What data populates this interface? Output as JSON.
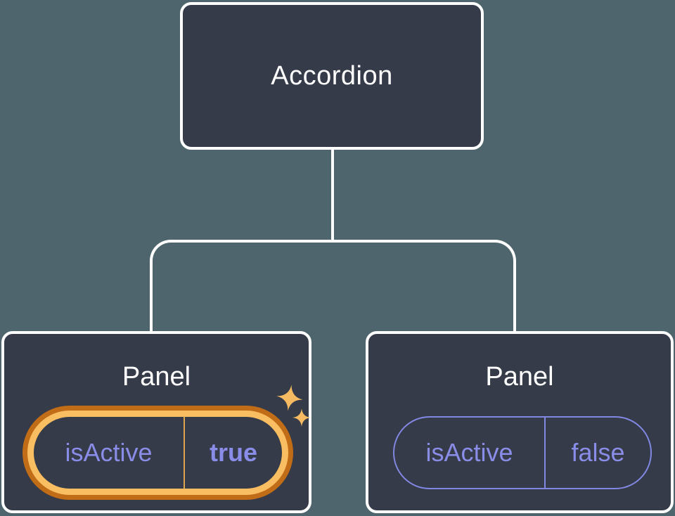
{
  "diagram": {
    "type": "component-tree",
    "root": {
      "label": "Accordion"
    },
    "children": [
      {
        "label": "Panel",
        "state": {
          "key": "isActive",
          "value": "true",
          "highlighted": true
        }
      },
      {
        "label": "Panel",
        "state": {
          "key": "isActive",
          "value": "false",
          "highlighted": false
        }
      }
    ]
  },
  "icons": {
    "sparkles": "two four-pointed sparkle stars marking updated state"
  },
  "colors": {
    "background": "#4f656d",
    "node_fill": "#353b48",
    "node_border": "#ffffff",
    "label_text": "#ffffff",
    "state_text": "#8a8de8",
    "state_outline": "#8187e2",
    "highlight_outer_ring": "#c16c16",
    "highlight_inner_ring": "#f9bd62",
    "highlight_divider": "#dda64e",
    "sparkle": "#f6bb62"
  }
}
